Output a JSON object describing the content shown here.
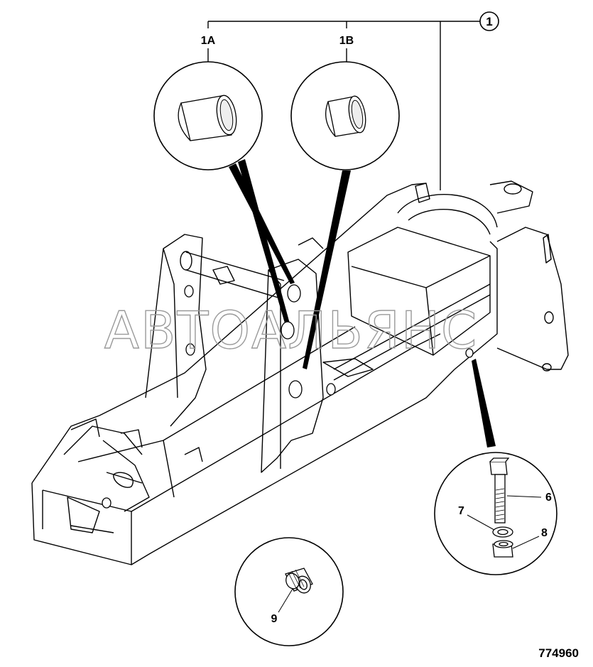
{
  "callouts": {
    "main": "1",
    "variant_a": "1A",
    "variant_b": "1B",
    "bolt": "6",
    "washer": "7",
    "nut": "8",
    "plug": "9"
  },
  "watermark": "АВТОАЛЬЯНС",
  "figure_number": "774960",
  "colors": {
    "line": "#000000",
    "watermark": "#9a9a9a",
    "background": "#ffffff"
  }
}
